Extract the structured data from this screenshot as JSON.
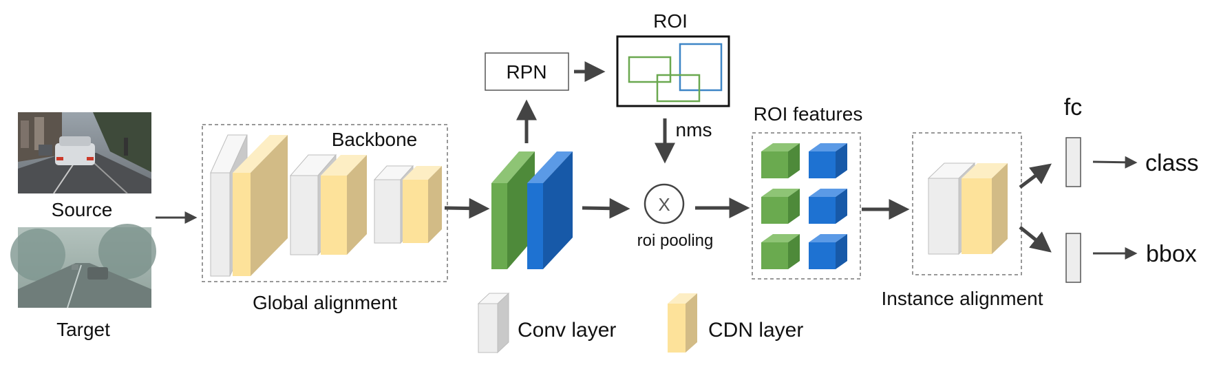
{
  "inputs": {
    "source_label": "Source",
    "target_label": "Target"
  },
  "backbone": {
    "title": "Backbone",
    "caption": "Global alignment"
  },
  "rpn": {
    "label": "RPN"
  },
  "roi": {
    "label": "ROI"
  },
  "nms": {
    "label": "nms"
  },
  "roi_pooling": {
    "symbol": "X",
    "label": "roi pooling"
  },
  "roi_features": {
    "label": "ROI features"
  },
  "instance": {
    "caption": "Instance alignment"
  },
  "head": {
    "fc_label": "fc",
    "class_label": "class",
    "bbox_label": "bbox"
  },
  "legend": {
    "conv_label": "Conv layer",
    "cdn_label": "CDN layer"
  },
  "colors": {
    "conv_face": "#ededed",
    "conv_top": "#f7f7f7",
    "conv_side": "#c9c9c9",
    "cdn_face": "#fde29a",
    "cdn_top": "#fdeec4",
    "cdn_side": "#d2bb86",
    "green_face": "#6aaa4f",
    "green_top": "#8ec475",
    "green_side": "#4e8a3a",
    "blue_face": "#1e72d2",
    "blue_top": "#5b9ae6",
    "blue_side": "#1759a8",
    "roi_green": "#6aa84f",
    "roi_blue": "#3d85c6",
    "arrow": "#444444"
  },
  "icons": {
    "source_image": "street-scene-photo",
    "target_image": "foggy-street-photo"
  }
}
